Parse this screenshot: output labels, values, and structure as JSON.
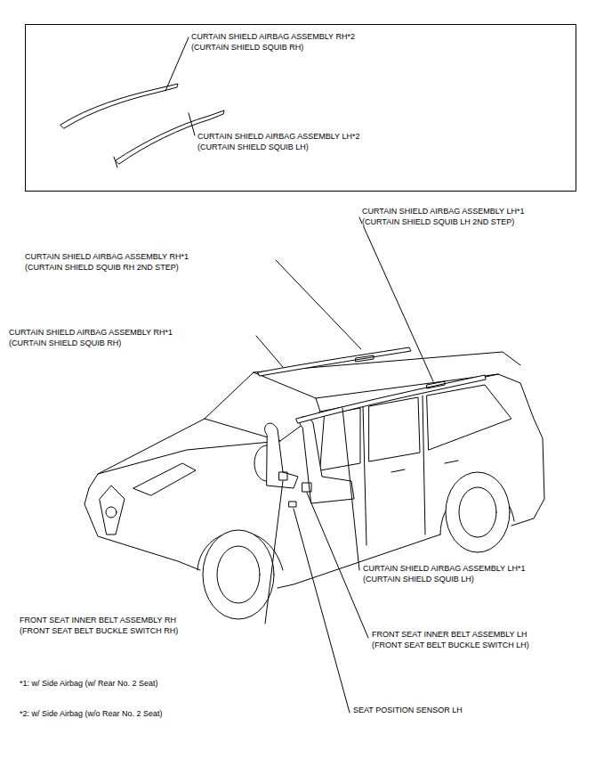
{
  "diagram": {
    "nodes": [
      {
        "text": [
          "CURTAIN SHIELD AIRBAG ASSEMBLY RH*2 (CURTAIN SHIELD SQUIB RH)",
          "CURTAIN SHIELD AIRBAG ASSEMBLY LH*2 (CURTAIN SHIELD SQUIB LH)"
        ]
      }
    ],
    "labels": [
      "CURTAIN SHIELD AIRBAG ASSEMBLY LH*1 (CURTAIN SHIELD SQUIB LH 2ND STEP)",
      "CURTAIN SHIELD AIRBAG ASSEMBLY RH*1 (CURTAIN SHIELD SQUIB RH 2ND STEP)",
      "CURTAIN SHIELD AIRBAG ASSEMBLY RH*1 (CURTAIN SHIELD SQUIB RH)",
      "CURTAIN SHIELD AIRBAG ASSEMBLY LH*1 (CURTAIN SHIELD SQUIB LH)",
      "FRONT SEAT INNER BELT ASSEMBLY RH (FRONT SEAT BELT BUCKLE SWITCH RH)",
      "FRONT SEAT INNER BELT ASSEMBLY LH (FRONT SEAT BELT BUCKLE SWITCH LH)",
      "*1: w/ Side Airbag (w/ Rear No. 2 Seat)",
      "*2: w/ Side Airbag (w/o Rear No. 2 Seat)",
      "SEAT POSITION SENSOR LH"
    ]
  }
}
